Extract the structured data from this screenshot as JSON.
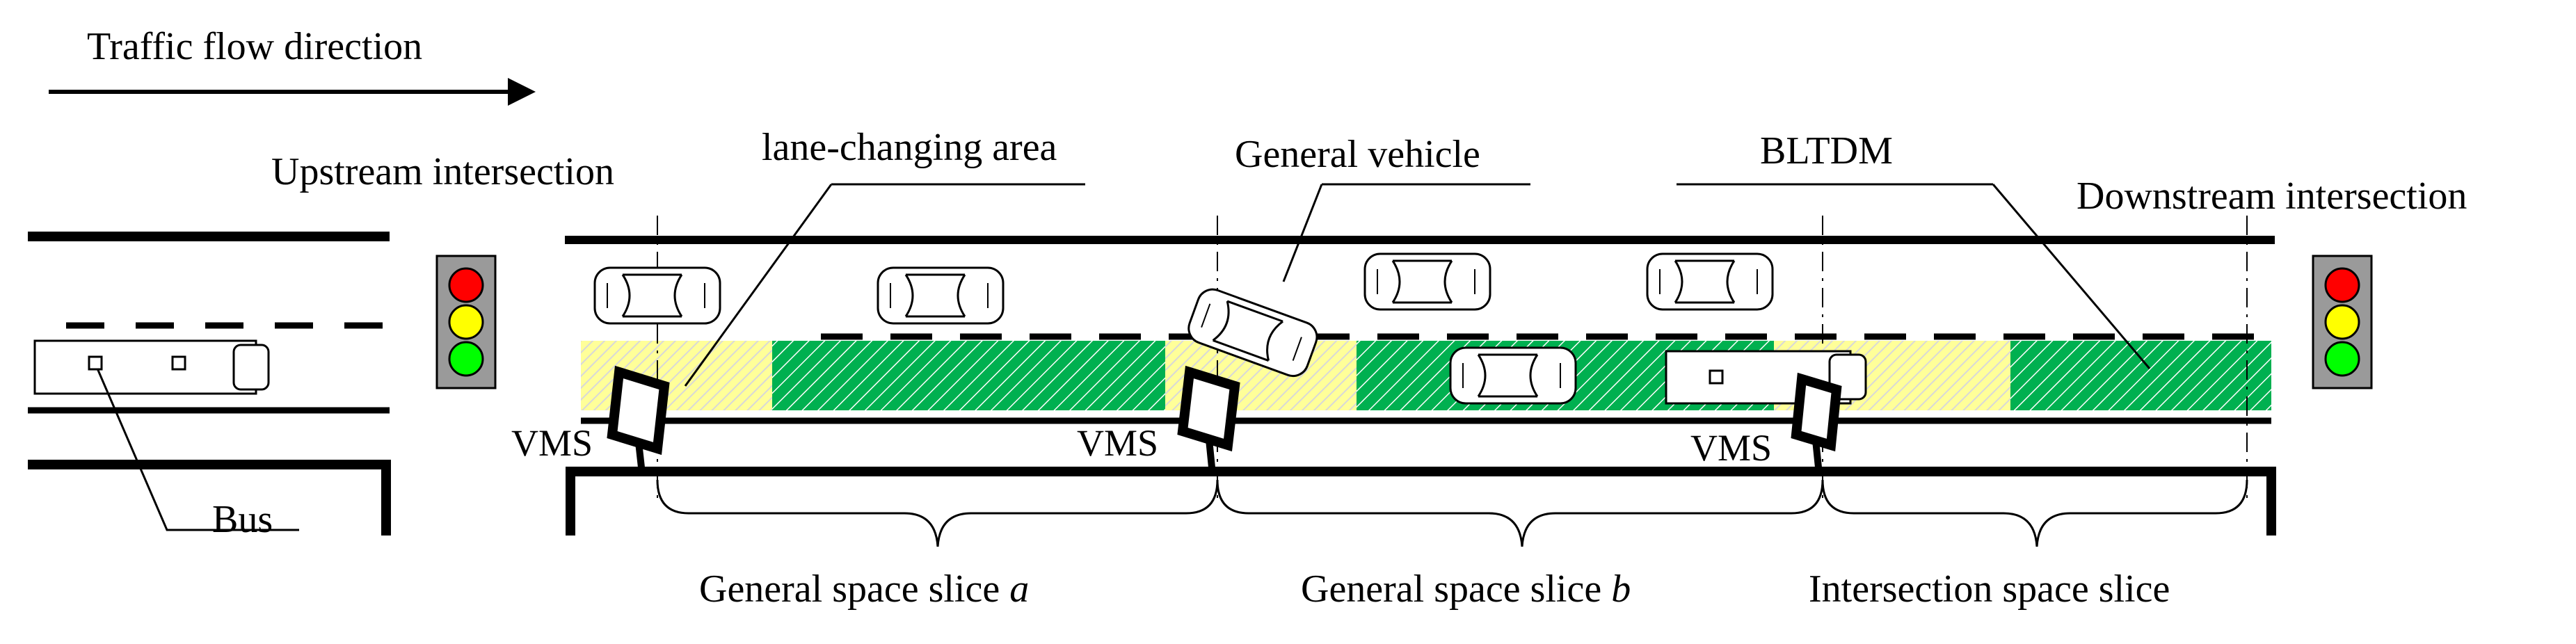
{
  "header": {
    "flow_direction_label": "Traffic flow direction"
  },
  "labels": {
    "upstream_intersection": "Upstream intersection",
    "downstream_intersection": "Downstream intersection",
    "lane_changing_area": "lane-changing area",
    "general_vehicle": "General vehicle",
    "bltdm": "BLTDM",
    "bus": "Bus",
    "vms": [
      "VMS",
      "VMS",
      "VMS"
    ]
  },
  "slices": {
    "slice_a_text": "General space slice ",
    "slice_a_var": "a",
    "slice_b_text": "General space slice ",
    "slice_b_var": "b",
    "slice_intersection": "Intersection space slice"
  },
  "traffic_light_colors": {
    "red": "#ff0000",
    "yellow": "#ffff00",
    "green": "#00ff00",
    "housing": "#9a9a9a"
  },
  "colors": {
    "bltdm_green": "#00b050",
    "lane_change_yellow": "#ffff99",
    "hatch": "#ffffff"
  }
}
